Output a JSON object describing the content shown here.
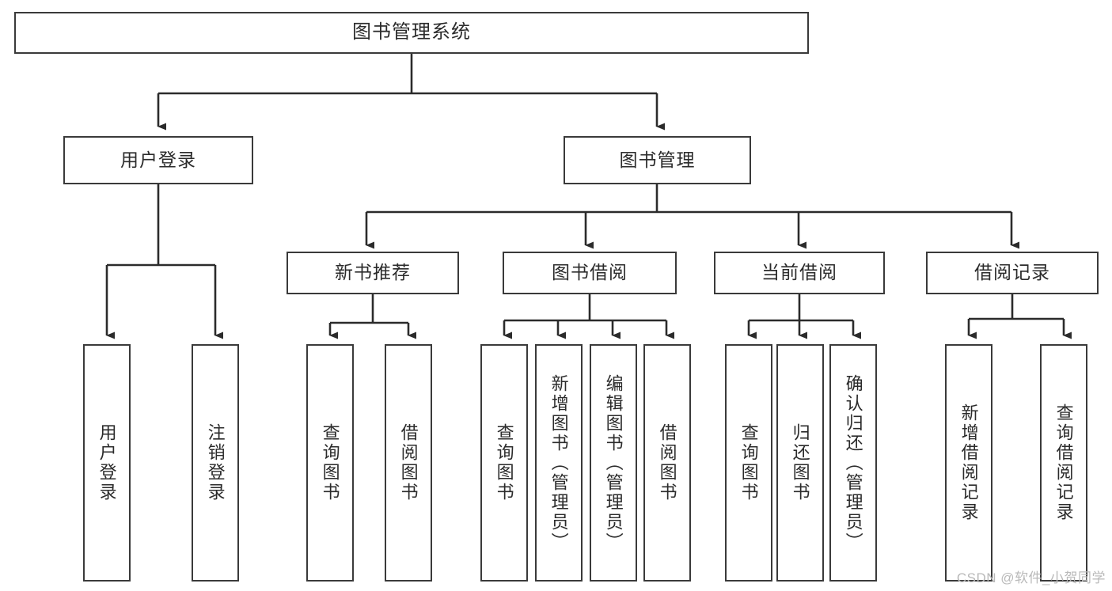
{
  "diagram": {
    "title": "图书管理系统",
    "type": "tree-hierarchy-diagram",
    "root": {
      "id": "root",
      "label": "图书管理系统"
    },
    "level2": [
      {
        "id": "user-login",
        "label": "用户登录"
      },
      {
        "id": "book-manage",
        "label": "图书管理"
      }
    ],
    "level3": [
      {
        "id": "new-book-rec",
        "label": "新书推荐",
        "parent": "book-manage"
      },
      {
        "id": "book-borrow",
        "label": "图书借阅",
        "parent": "book-manage"
      },
      {
        "id": "current-borrow",
        "label": "当前借阅",
        "parent": "book-manage"
      },
      {
        "id": "borrow-record",
        "label": "借阅记录",
        "parent": "book-manage"
      }
    ],
    "leaves": {
      "user_login": [
        {
          "id": "leaf-user-login",
          "label": "用户登录"
        },
        {
          "id": "leaf-logout",
          "label": "注销登录"
        }
      ],
      "new_book_rec": [
        {
          "id": "leaf-query-book-1",
          "label": "查询图书"
        },
        {
          "id": "leaf-borrow-book-1",
          "label": "借阅图书"
        }
      ],
      "book_borrow": [
        {
          "id": "leaf-query-book-2",
          "label": "查询图书"
        },
        {
          "id": "leaf-add-book",
          "label": "新增图书（管理员）"
        },
        {
          "id": "leaf-edit-book",
          "label": "编辑图书（管理员）"
        },
        {
          "id": "leaf-borrow-book-2",
          "label": "借阅图书"
        }
      ],
      "current_borrow": [
        {
          "id": "leaf-query-book-3",
          "label": "查询图书"
        },
        {
          "id": "leaf-return-book",
          "label": "归还图书"
        },
        {
          "id": "leaf-confirm-return",
          "label": "确认归还（管理员）"
        }
      ],
      "borrow_record": [
        {
          "id": "leaf-add-record",
          "label": "新增借阅记录"
        },
        {
          "id": "leaf-query-record",
          "label": "查询借阅记录"
        }
      ]
    }
  },
  "watermark": {
    "text": "CSDN @软件_小贺同学"
  },
  "colors": {
    "border": "#3a3a3a",
    "text": "#2b2b2b",
    "background": "#ffffff",
    "watermark": "#b9b9b9"
  }
}
